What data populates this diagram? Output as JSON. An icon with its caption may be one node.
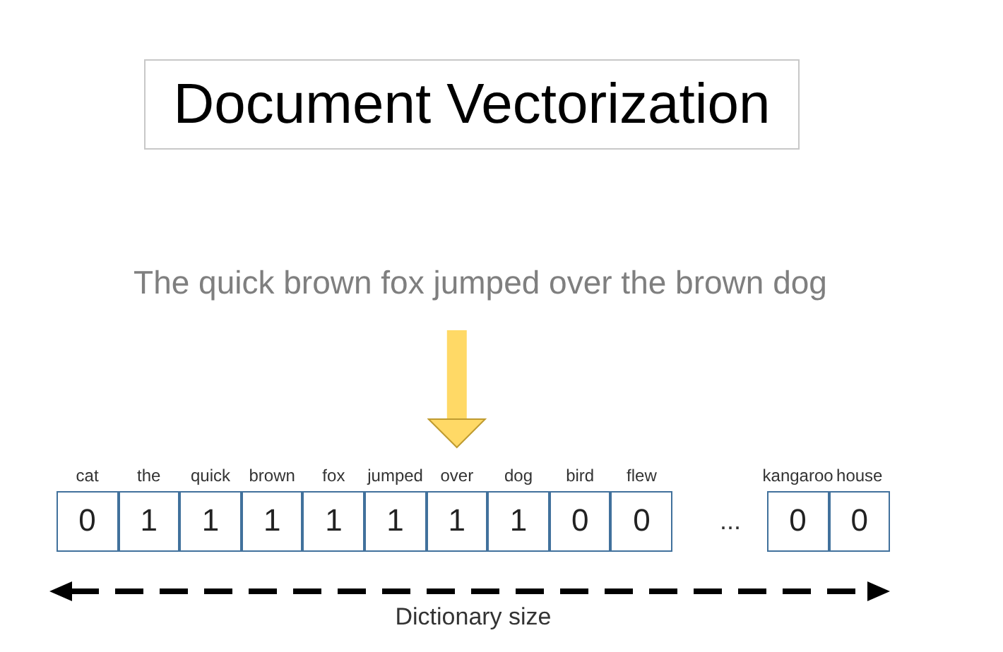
{
  "diagram": {
    "title": "Document Vectorization",
    "nodes": [
      {
        "text": [
          "The quick brown fox jumped over the brown dog"
        ]
      },
      {
        "text": [
          "cat",
          "0"
        ]
      },
      {
        "text": [
          "the",
          "1"
        ]
      },
      {
        "text": [
          "quick",
          "1"
        ]
      },
      {
        "text": [
          "brown",
          "1"
        ]
      },
      {
        "text": [
          "fox",
          "1"
        ]
      },
      {
        "text": [
          "jumped",
          "1"
        ]
      },
      {
        "text": [
          "over",
          "1"
        ]
      },
      {
        "text": [
          "dog",
          "1"
        ]
      },
      {
        "text": [
          "bird",
          "0"
        ]
      },
      {
        "text": [
          "flew",
          "0"
        ]
      },
      {
        "text": [
          "kangaroo",
          "0"
        ]
      },
      {
        "text": [
          "house",
          "0"
        ]
      }
    ],
    "edges": [
      {
        "from": 0,
        "to": 7,
        "arrow": "to"
      }
    ],
    "labels": [
      "...",
      "Dictionary size"
    ]
  }
}
